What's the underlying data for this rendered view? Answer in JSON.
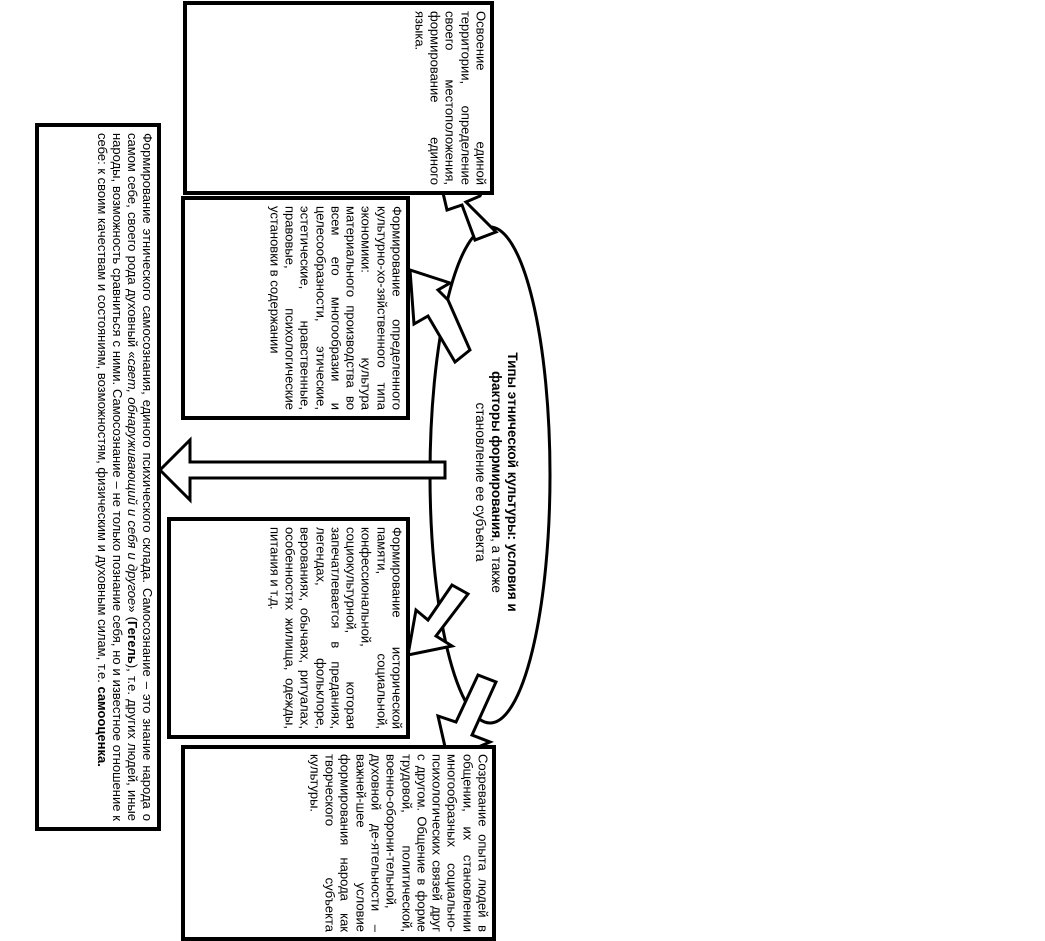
{
  "center": {
    "title_bold": "Типы этнической культуры: условия и факторы формирования",
    "title_rest": ", а также становление ее субъекта"
  },
  "boxes": {
    "top": {
      "text": "Освоение единой территории, определение своего местоположения, формирование единого языка."
    },
    "upper_middle": {
      "text": "Формирование определенного культурно-хо-зяйственного типа экономики: культура материального производства во всем его многообразии и целесообразности, этические, эстетические, нравственные, правовые, психологические установки в содержании"
    },
    "lower_middle": {
      "text": "Формирование исторической памяти, социальной, конфессиональной, социокультурной, которая запечатлевается в преданиях, легендах, фольклоре, верованиях, обычаях, ритуалах, особенностях жилища, одежды, питания и т.д."
    },
    "bottom": {
      "text": "Созревание опыта людей в общении, их становлении многообразных социально-психологических связей друг с другом. Общение в форме трудовой, политической, военно-оборони-тельной, духовной де-ятельности – важней-шее условие формирования народа как творческого субъекта культуры."
    },
    "left": {
      "p1": "Формирование этнического самосознания, единого психического склада. Самосознание – это знание народа о самом себе, своего рода духовный «",
      "p1_italic": "свет, обнаруживающий и себя и другое",
      "p1_after": "» (",
      "p1_bold": "Гегель",
      "p1_end": "), т.е. других людей, иные народы, возможность сравниться с ними. Самосознание – не только познание себя, но и известное отношение к себе: к своим качествам и состояниям, возможностям, физическим и духовным силам, т.е. ",
      "p1_bold2": "самооценка."
    }
  }
}
